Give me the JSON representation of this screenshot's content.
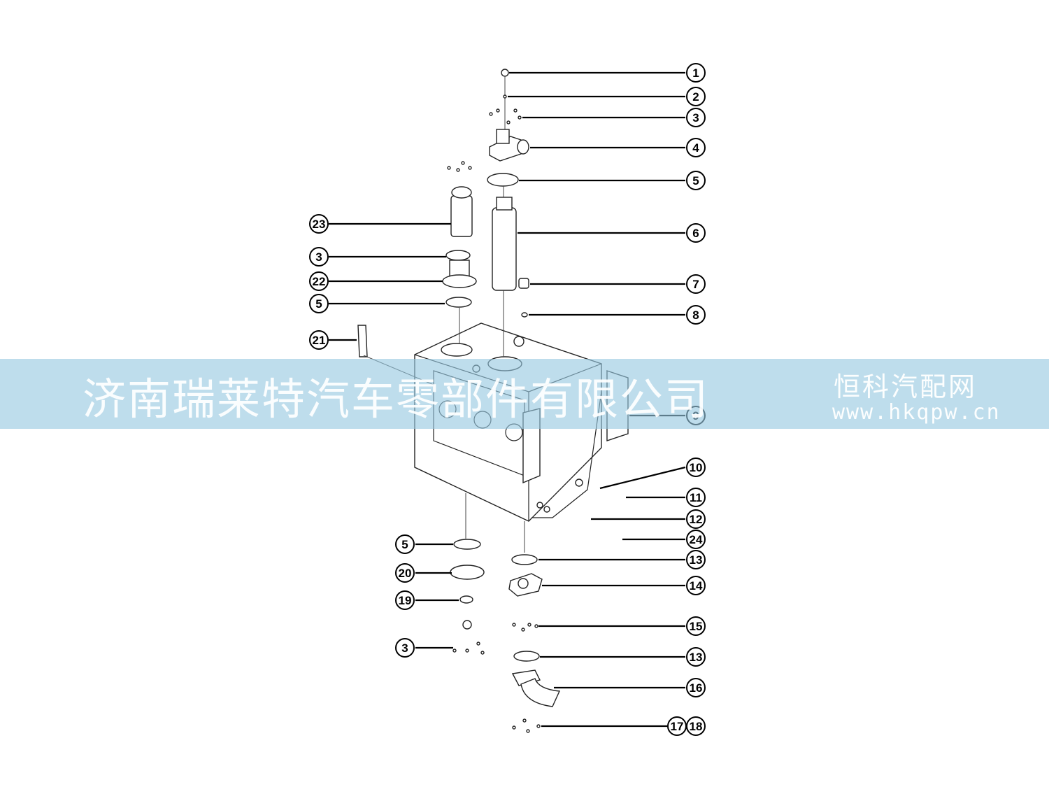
{
  "callouts": {
    "c1": "1",
    "c2": "2",
    "c3": "3",
    "c4": "4",
    "c5": "5",
    "c6": "6",
    "c7": "7",
    "c8": "8",
    "c9": "9",
    "c10": "10",
    "c11": "11",
    "c12": "12",
    "c24": "24",
    "c13a": "13",
    "c14": "14",
    "c15": "15",
    "c13b": "13",
    "c16": "16",
    "c17": "17",
    "c18": "18",
    "c23": "23",
    "c3b": "3",
    "c22": "22",
    "c5b": "5",
    "c21": "21",
    "c5c": "5",
    "c20": "20",
    "c19": "19",
    "c3c": "3"
  },
  "watermark": {
    "company": "济南瑞莱特汽车零部件有限公司",
    "site": "恒科汽配网",
    "url": "www.hkqpw.cn"
  },
  "colors": {
    "band": "#96c8e1",
    "line": "#000000"
  }
}
